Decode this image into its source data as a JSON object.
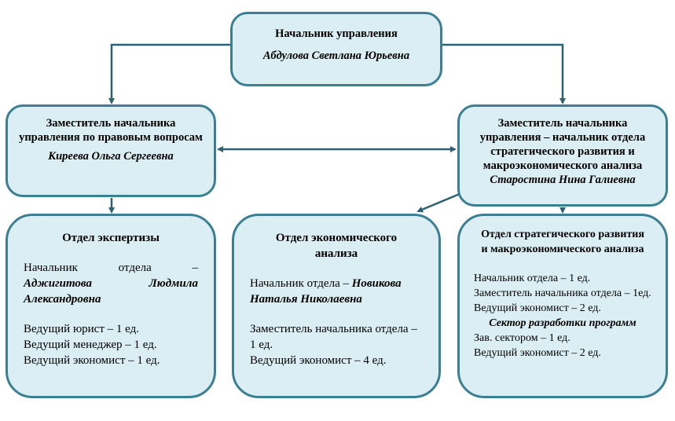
{
  "head": {
    "title": "Начальник управления",
    "name": "Абдулова Светлана Юрьевна"
  },
  "deputy_legal": {
    "title": "Заместитель начальника управления по правовым вопросам",
    "name": "Киреева Ольга Сергеевна"
  },
  "deputy_strategic": {
    "title": "Заместитель начальника управления – начальник отдела стратегического развития и макроэкономического анализа",
    "name": "Старостина Нина Галиевна"
  },
  "dept_expertise": {
    "title": "Отдел экспертизы",
    "head_label_1": "Начальник",
    "head_label_2": "отдела",
    "head_label_3": "–",
    "head_name_1": "Аджигитова",
    "head_name_2": "Людмила",
    "head_name_3": "Александровна",
    "staff": [
      "Ведущий юрист – 1 ед.",
      "Ведущий менеджер – 1 ед.",
      "Ведущий экономист – 1 ед."
    ]
  },
  "dept_economic": {
    "title": "Отдел экономического анализа",
    "head_label": "Начальник отдела – ",
    "head_name": "Новикова Наталья Николаевна",
    "staff": [
      "Заместитель начальника отдела – 1 ед.",
      "Ведущий экономист – 4 ед."
    ]
  },
  "dept_strategic": {
    "title": "Отдел стратегического развития и макроэкономического анализа",
    "staff": [
      "Начальник отдела – 1 ед.",
      "Заместитель начальника отдела – 1ед.",
      "Ведущий экономист – 2 ед."
    ],
    "sector_title": "Сектор разработки программ",
    "sector_staff": [
      "Зав. сектором – 1 ед.",
      "Ведущий экономист – 2 ед."
    ]
  },
  "colors": {
    "fill": "#dbeef4",
    "border": "#3b7f92",
    "arrow": "#2d6070"
  }
}
